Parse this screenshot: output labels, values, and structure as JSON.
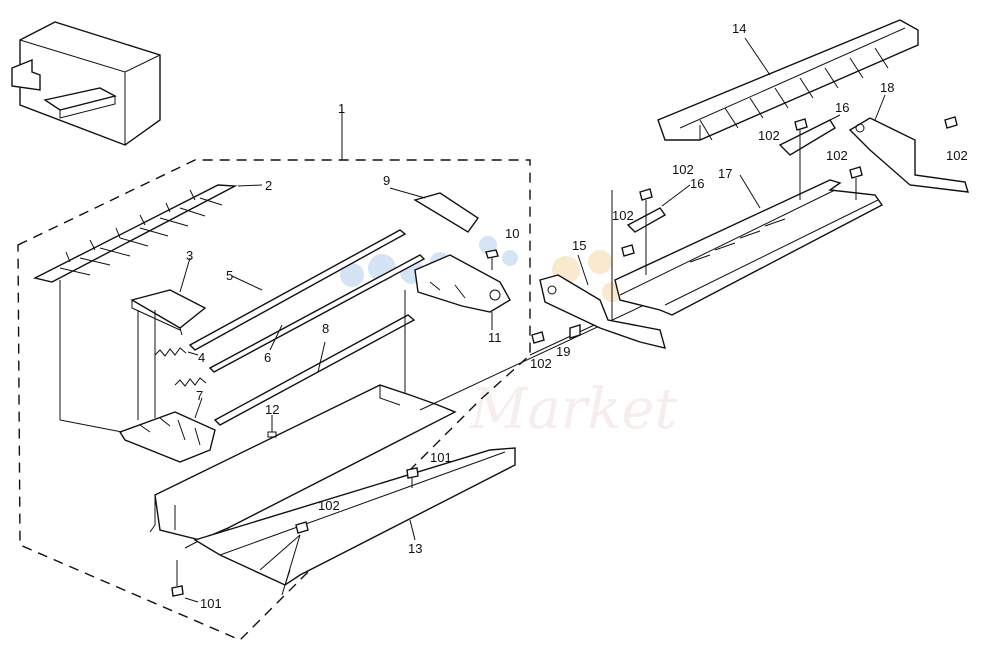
{
  "labels": {
    "l1": "1",
    "l2": "2",
    "l3": "3",
    "l4": "4",
    "l5": "5",
    "l6": "6",
    "l7": "7",
    "l8": "8",
    "l9": "9",
    "l10": "10",
    "l11": "11",
    "l12": "12",
    "l13": "13",
    "l14": "14",
    "l15": "15",
    "l16a": "16",
    "l16b": "16",
    "l17": "17",
    "l18": "18",
    "l19": "19",
    "l101a": "101",
    "l101b": "101",
    "l102a": "102",
    "l102b": "102",
    "l102c": "102",
    "l102d": "102",
    "l102e": "102",
    "l102f": "102",
    "l102g": "102"
  },
  "watermark": "Market"
}
